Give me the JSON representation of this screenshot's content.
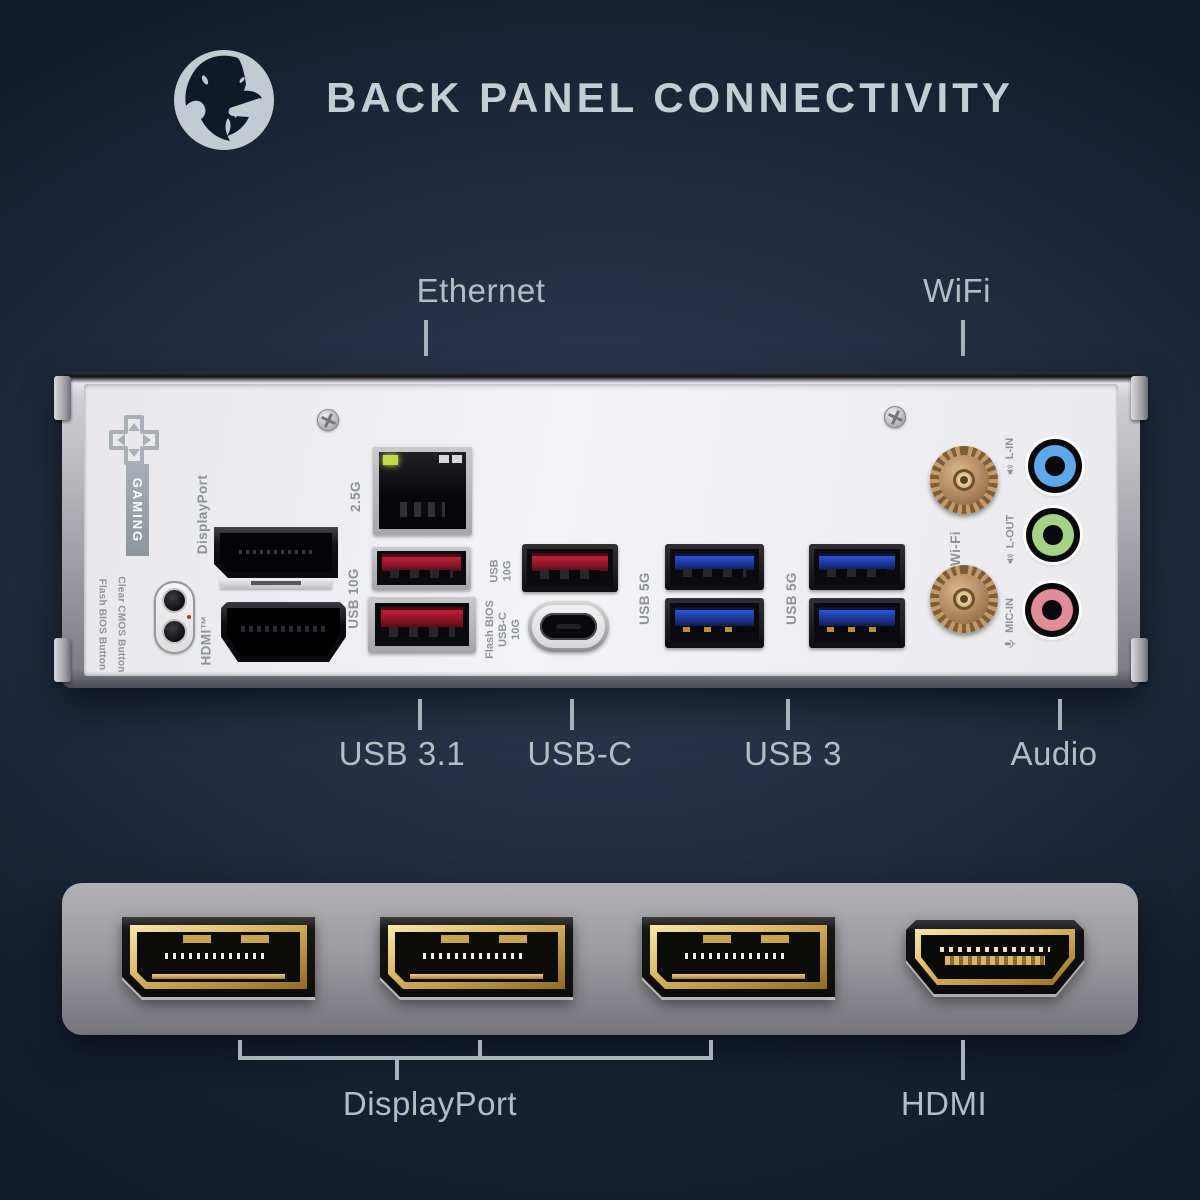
{
  "header": {
    "title": "BACK PANEL CONNECTIVITY",
    "logo": "msi-dragon-icon"
  },
  "top_callouts": {
    "ethernet": "Ethernet",
    "wifi": "WiFi"
  },
  "bottom_callouts": {
    "usb31": "USB 3.1",
    "usbc": "USB-C",
    "usb3": "USB 3",
    "audio": "Audio"
  },
  "strip_callouts": {
    "displayport": "DisplayPort",
    "hdmi": "HDMI"
  },
  "panel_labels": {
    "gaming": "GAMING",
    "flash_bios_button": "Flash BIOS Button",
    "clear_cmos_button": "Clear CMOS Button",
    "displayport": "DisplayPort",
    "hdmi": "HDMI™",
    "lan_speed": "2.5G",
    "usb10g": "USB 10G",
    "usb10g_line1": "USB",
    "usb10g_line2": "10G",
    "flash_bios_usbc_line1": "Flash BIOS",
    "flash_bios_usbc_line2": "USB-C",
    "flash_bios_usbc_line3": "10G",
    "usb5g": "USB 5G",
    "wifi": "Wi-Fi",
    "line_in": "L-IN",
    "line_out": "L-OUT",
    "mic_in": "MIC-IN"
  },
  "colors": {
    "background_dark": "#0a101d",
    "title_gray": "#c6ccd4",
    "callout_gray": "#b5bcc5",
    "usb_red": "#a21a2e",
    "usb_blue": "#1f3fae",
    "led_green": "#c3d94d",
    "audio_line_in_blue": "#5ea7e8",
    "audio_line_out_green": "#a6d287",
    "audio_mic_pink": "#e28b99",
    "gold": "#d9b35e",
    "panel_white": "#f2f2f4"
  }
}
